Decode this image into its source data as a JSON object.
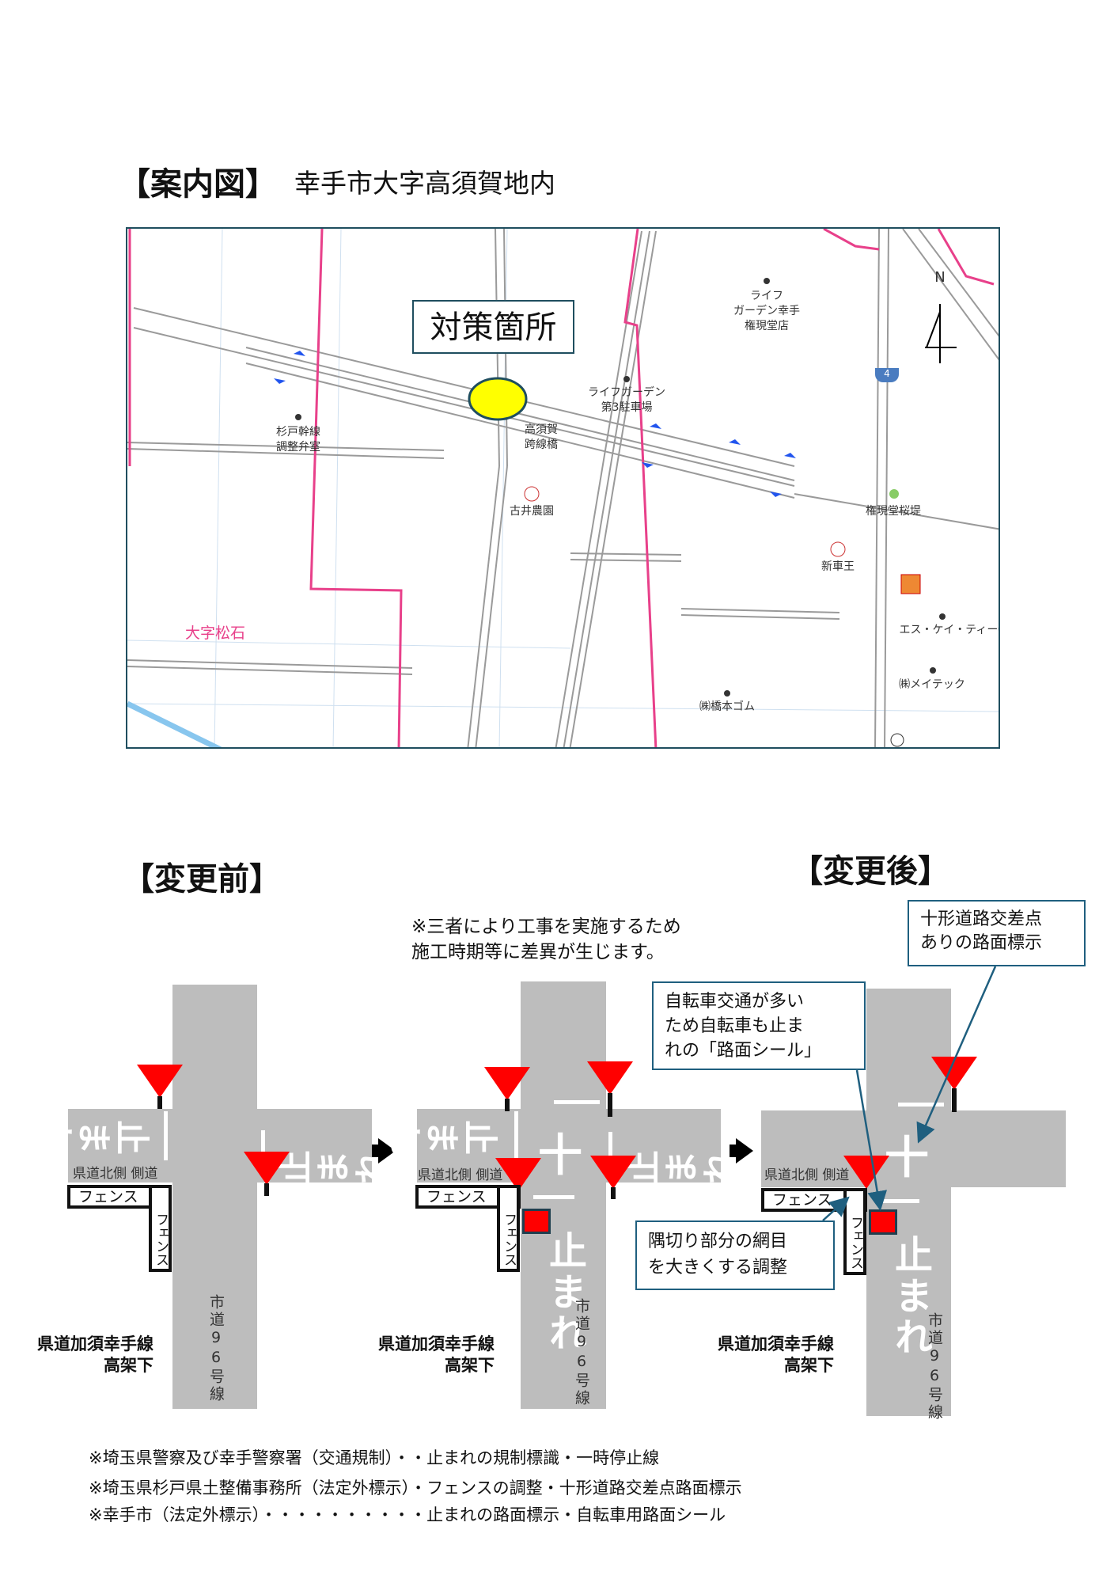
{
  "header": {
    "title": "【案内図】",
    "location": "幸手市大字高須賀地内"
  },
  "map": {
    "target_label": "対策箇所",
    "north": "N",
    "route_number": "4",
    "labels": {
      "store": [
        "ライフ",
        "ガーデン幸手",
        "権現堂店"
      ],
      "parking": [
        "ライフガーデン",
        "第3駐車場"
      ],
      "bridge": [
        "高須賀",
        "跨線橋"
      ],
      "valve": [
        "杉戸幹線",
        "調整弁室"
      ],
      "farm": "古井農園",
      "sakurazutsumi": "権現堂桜堤",
      "shinshaou": "新車王",
      "district": "大字松石",
      "skt": "エス・ケイ・ティー㈱",
      "meitec": "㈱メイテック",
      "hashimoto": "㈱橋本ゴム"
    },
    "colors": {
      "target": "#ffff00",
      "boundary": "#e8408a",
      "road": "#9a9a9a"
    }
  },
  "before": {
    "title": "【変更前】"
  },
  "after": {
    "title": "【変更後】"
  },
  "note": [
    "※三者により工事を実施するため",
    "施工時期等に差異が生じます。"
  ],
  "diagram": {
    "stop": "止まれ",
    "side_road": "県道北側 側道",
    "fence": "フェンス",
    "city_road": "市道96号線",
    "bridge": [
      "県道加須幸手線",
      "高架下"
    ],
    "cross_mark": "十"
  },
  "callouts": {
    "cross_road": "十形道路交差点\nありの路面標示",
    "bicycle": "自転車交通が多い\nため自転車も止ま\nれの「路面シール」",
    "mesh": "隅切り部分の網目\nを大きくする調整"
  },
  "footnotes": [
    "※埼玉県警察及び幸手警察署（交通規制）・・止まれの規制標識・一時停止線",
    "※埼玉県杉戸県土整備事務所（法定外標示）・フェンスの調整・十形道路交差点路面標示",
    "※幸手市（法定外標示）・・・・・・・・・・止まれの路面標示・自転車用路面シール"
  ],
  "colors": {
    "road": "#bdbdbd",
    "sign": "#ff0000",
    "callout_border": "#1f5f7f"
  }
}
